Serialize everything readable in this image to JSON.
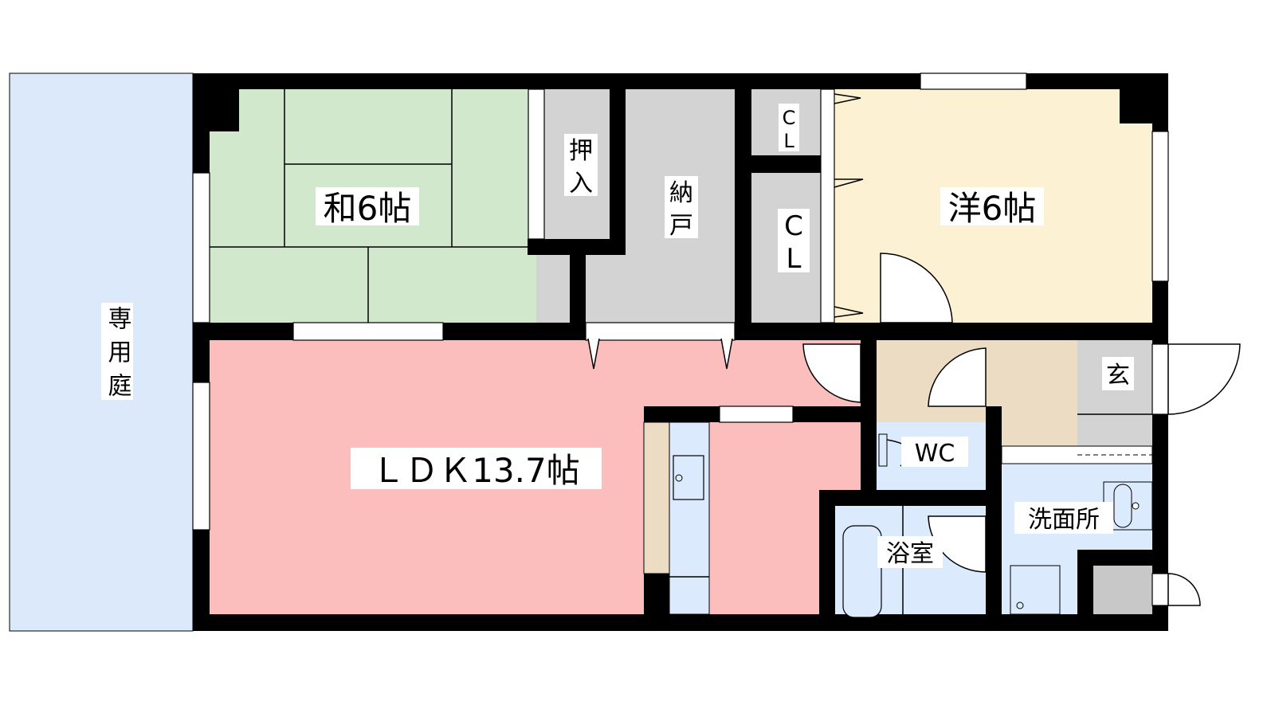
{
  "plan": {
    "rooms": {
      "garden": "専用庭",
      "washitsu": "和6帖",
      "oshiire": "押入",
      "nando": "納戸",
      "cl_top": "CL",
      "cl_bottom": "CL",
      "youshitsu": "洋6帖",
      "ldk": "ＬＤＫ13.7帖",
      "genkan": "玄",
      "wc": "WC",
      "bath": "浴室",
      "washroom": "洗面所"
    },
    "colors": {
      "garden": "#dce9fb",
      "washitsu": "#d2e8cd",
      "storage": "#d3d3d3",
      "youshitsu": "#fdf1d4",
      "ldk": "#fcbdbd",
      "hall": "#ecdcc4",
      "wet": "#dbeafc",
      "wall": "#000000"
    }
  }
}
